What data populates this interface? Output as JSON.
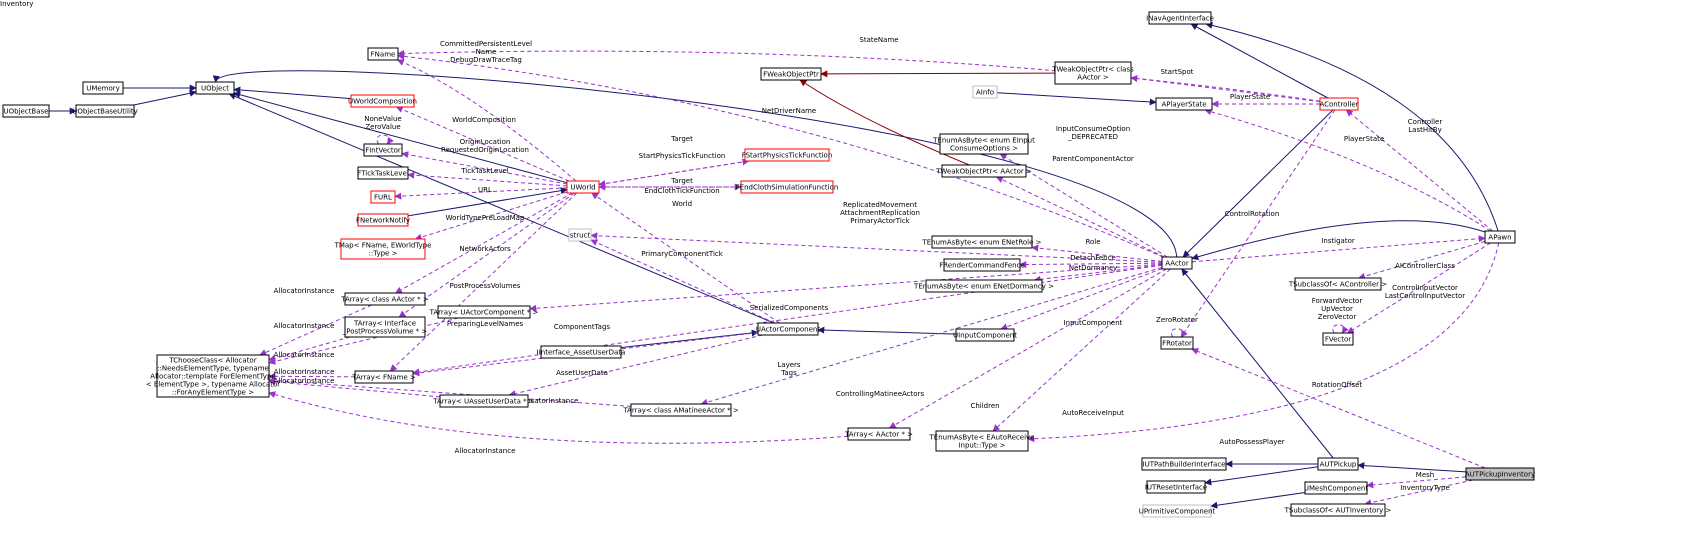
{
  "title": "Inventory",
  "colors": {
    "inherit_edge": "#191970",
    "template_edge": "#8b0000",
    "usage_edge": "#9a32cd",
    "node_border": "#000000",
    "incomplete_border": "#ff0000",
    "undocumented_border": "#bfbfbf",
    "focus_fill": "#bfbfbf"
  },
  "nodes": [
    {
      "id": "INavAgentInterface",
      "label": [
        "INavAgentInterface"
      ]
    },
    {
      "id": "FName",
      "label": [
        "FName"
      ]
    },
    {
      "id": "UMemory",
      "label": [
        "UMemory"
      ]
    },
    {
      "id": "UObject",
      "label": [
        "UObject"
      ]
    },
    {
      "id": "UObjectBase",
      "label": [
        "UObjectBase"
      ]
    },
    {
      "id": "UObjectBaseUtility",
      "label": [
        "UObjectBaseUtility"
      ]
    },
    {
      "id": "UWorldComposition",
      "label": [
        "UWorldComposition"
      ],
      "style": "red"
    },
    {
      "id": "FWeakObjectPtr",
      "label": [
        "FWeakObjectPtr"
      ]
    },
    {
      "id": "TWeakObjectPtrClassAActor",
      "label": [
        "TWeakObjectPtr< class",
        "AActor >"
      ]
    },
    {
      "id": "AInfo",
      "label": [
        "AInfo"
      ],
      "style": "grey"
    },
    {
      "id": "APlayerState",
      "label": [
        "APlayerState"
      ]
    },
    {
      "id": "AController",
      "label": [
        "AController"
      ],
      "style": "red"
    },
    {
      "id": "FIntVector",
      "label": [
        "FIntVector"
      ]
    },
    {
      "id": "FStartPhysicsTickFunction",
      "label": [
        "FStartPhysicsTickFunction"
      ],
      "style": "red"
    },
    {
      "id": "TEnumInputConsume",
      "label": [
        "TEnumAsByte< enum EInput",
        "ConsumeOptions >"
      ]
    },
    {
      "id": "FTickTaskLevel",
      "label": [
        "FTickTaskLevel"
      ]
    },
    {
      "id": "UWorld",
      "label": [
        "UWorld"
      ],
      "style": "red"
    },
    {
      "id": "FEndClothSimulationFunction",
      "label": [
        "FEndClothSimulationFunction"
      ],
      "style": "red"
    },
    {
      "id": "TWeakObjectPtrAActor",
      "label": [
        "TWeakObjectPtr< AActor >"
      ]
    },
    {
      "id": "FURL",
      "label": [
        "FURL"
      ],
      "style": "red"
    },
    {
      "id": "FNetworkNotify",
      "label": [
        "FNetworkNotify"
      ],
      "style": "red"
    },
    {
      "id": "TMapFName",
      "label": [
        "TMap< FName, EWorldType",
        "::Type >"
      ],
      "style": "red"
    },
    {
      "id": "struct",
      "label": [
        "struct"
      ],
      "style": "grey"
    },
    {
      "id": "APawn",
      "label": [
        "APawn"
      ]
    },
    {
      "id": "TEnumNetRole",
      "label": [
        "TEnumAsByte< enum ENetRole >"
      ]
    },
    {
      "id": "AActor",
      "label": [
        "AActor"
      ]
    },
    {
      "id": "FRenderCommandFence",
      "label": [
        "FRenderCommandFence"
      ]
    },
    {
      "id": "TEnumNetDormancy",
      "label": [
        "TEnumAsByte< enum ENetDormancy >"
      ]
    },
    {
      "id": "TSubclassOfAController",
      "label": [
        "TSubclassOf< AController >"
      ]
    },
    {
      "id": "TArrayClassAActorPtr",
      "label": [
        "TArray< class AActor * >"
      ]
    },
    {
      "id": "TArrayUActorComponentPtr",
      "label": [
        "TArray< UActorComponent * >"
      ]
    },
    {
      "id": "TArrayInterfacePostProcess",
      "label": [
        "TArray< Interface",
        "_PostProcessVolume * >"
      ]
    },
    {
      "id": "UActorComponent",
      "label": [
        "UActorComponent"
      ]
    },
    {
      "id": "UInputComponent",
      "label": [
        "UInputComponent"
      ]
    },
    {
      "id": "FRotator",
      "label": [
        "FRotator"
      ]
    },
    {
      "id": "FVector",
      "label": [
        "FVector"
      ]
    },
    {
      "id": "TChooseClass",
      "label": [
        "TChooseClass< Allocator",
        "::NeedsElementType, typename",
        "Allocator::template ForElementType",
        "< ElementType >, typename Allocator",
        "::ForAnyElementType >"
      ]
    },
    {
      "id": "IInterfaceAssetUserData",
      "label": [
        "IInterface_AssetUserData"
      ]
    },
    {
      "id": "TArrayFName",
      "label": [
        "TArray< FName >"
      ]
    },
    {
      "id": "TArrayUAssetUserDataPtr",
      "label": [
        "TArray< UAssetUserData * >"
      ]
    },
    {
      "id": "TArrayClassAMatineeActorPtr",
      "label": [
        "TArray< class AMatineeActor * >"
      ]
    },
    {
      "id": "TArrayAActorPtr",
      "label": [
        "TArray< AActor * >"
      ]
    },
    {
      "id": "TEnumAutoReceiveInput",
      "label": [
        "TEnumAsByte< EAutoReceive",
        "Input::Type >"
      ]
    },
    {
      "id": "IUTPathBuilderInterface",
      "label": [
        "IUTPathBuilderInterface"
      ]
    },
    {
      "id": "AUTPickup",
      "label": [
        "AUTPickup"
      ]
    },
    {
      "id": "AUTPickupInventory",
      "label": [
        "AUTPickupInventory"
      ],
      "style": "highlight"
    },
    {
      "id": "IUTResetInterface",
      "label": [
        "IUTResetInterface"
      ]
    },
    {
      "id": "UMeshComponent",
      "label": [
        "UMeshComponent"
      ]
    },
    {
      "id": "UPrimitiveComponent",
      "label": [
        "UPrimitiveComponent"
      ],
      "style": "grey"
    },
    {
      "id": "TSubclassOfAUTInventory",
      "label": [
        "TSubclassOf< AUTInventory >"
      ]
    }
  ],
  "edge_labels": [
    {
      "id": "StateName",
      "lines": [
        "StateName"
      ]
    },
    {
      "id": "CommittedPersistentLevelName",
      "lines": [
        "CommittedPersistentLevel",
        "Name",
        "DebugDrawTraceTag"
      ]
    },
    {
      "id": "StartSpot",
      "lines": [
        "StartSpot"
      ]
    },
    {
      "id": "PlayerState",
      "lines": [
        "PlayerState"
      ]
    },
    {
      "id": "NetDriverName",
      "lines": [
        "NetDriverName"
      ]
    },
    {
      "id": "WorldComposition",
      "lines": [
        "WorldComposition"
      ]
    },
    {
      "id": "NoneValueZeroValue",
      "lines": [
        "NoneValue",
        "ZeroValue"
      ]
    },
    {
      "id": "Target1",
      "lines": [
        "Target"
      ]
    },
    {
      "id": "OriginLocation",
      "lines": [
        "OriginLocation",
        "RequestedOriginLocation"
      ]
    },
    {
      "id": "StartPhysicsTickFunction",
      "lines": [
        "StartPhysicsTickFunction"
      ]
    },
    {
      "id": "InputConsumeOption",
      "lines": [
        "InputConsumeOption",
        "_DEPRECATED"
      ]
    },
    {
      "id": "PlayerStateActor",
      "lines": [
        "PlayerState"
      ]
    },
    {
      "id": "ControllerLastHitBy",
      "lines": [
        "Controller",
        "LastHitBy"
      ]
    },
    {
      "id": "TickTaskLevel",
      "lines": [
        "TickTaskLevel"
      ]
    },
    {
      "id": "ParentComponentActor",
      "lines": [
        "ParentComponentActor"
      ]
    },
    {
      "id": "Target2",
      "lines": [
        "Target"
      ]
    },
    {
      "id": "URL",
      "lines": [
        "URL"
      ]
    },
    {
      "id": "EndClothTickFunction",
      "lines": [
        "EndClothTickFunction"
      ]
    },
    {
      "id": "ControlRotation",
      "lines": [
        "ControlRotation"
      ]
    },
    {
      "id": "World",
      "lines": [
        "World"
      ]
    },
    {
      "id": "ReplicatedMovement",
      "lines": [
        "ReplicatedMovement",
        "AttachmentReplication",
        "PrimaryActorTick"
      ]
    },
    {
      "id": "WorldTypePreLoadMap",
      "lines": [
        "WorldTypePreLoadMap"
      ]
    },
    {
      "id": "Instigator",
      "lines": [
        "Instigator"
      ]
    },
    {
      "id": "Role",
      "lines": [
        "Role"
      ]
    },
    {
      "id": "NetworkActors",
      "lines": [
        "NetworkActors"
      ]
    },
    {
      "id": "PrimaryComponentTick",
      "lines": [
        "PrimaryComponentTick"
      ]
    },
    {
      "id": "DetachFence",
      "lines": [
        "DetachFence"
      ]
    },
    {
      "id": "NetDormancy",
      "lines": [
        "NetDormancy"
      ]
    },
    {
      "id": "AIControllerClass",
      "lines": [
        "AIControllerClass"
      ]
    },
    {
      "id": "AllocatorInstance1",
      "lines": [
        "AllocatorInstance"
      ]
    },
    {
      "id": "PostProcessVolumes",
      "lines": [
        "PostProcessVolumes"
      ]
    },
    {
      "id": "ForwardVector",
      "lines": [
        "ForwardVector",
        "UpVector",
        "ZeroVector"
      ]
    },
    {
      "id": "ControlInputVector",
      "lines": [
        "ControlInputVector",
        "LastControlInputVector"
      ]
    },
    {
      "id": "SerializedComponents",
      "lines": [
        "SerializedComponents"
      ]
    },
    {
      "id": "ZeroRotator",
      "lines": [
        "ZeroRotator"
      ]
    },
    {
      "id": "AllocatorInstance2",
      "lines": [
        "AllocatorInstance"
      ]
    },
    {
      "id": "PreparingLevelNames",
      "lines": [
        "PreparingLevelNames"
      ]
    },
    {
      "id": "InputComponent",
      "lines": [
        "InputComponent"
      ]
    },
    {
      "id": "ComponentTags",
      "lines": [
        "ComponentTags"
      ]
    },
    {
      "id": "AllocatorInstance3",
      "lines": [
        "AllocatorInstance"
      ]
    },
    {
      "id": "LayersTags",
      "lines": [
        "Layers",
        "Tags"
      ]
    },
    {
      "id": "AllocatorInstance4",
      "lines": [
        "AllocatorInstance"
      ]
    },
    {
      "id": "AssetUserData",
      "lines": [
        "AssetUserData"
      ]
    },
    {
      "id": "AllocatorInstance5",
      "lines": [
        "AllocatorInstance"
      ]
    },
    {
      "id": "RotationOffset",
      "lines": [
        "RotationOffset"
      ]
    },
    {
      "id": "ControllingMatineeActors",
      "lines": [
        "ControllingMatineeActors"
      ]
    },
    {
      "id": "AllocatorInstance6",
      "lines": [
        "AllocatorInstance"
      ]
    },
    {
      "id": "Children",
      "lines": [
        "Children"
      ]
    },
    {
      "id": "AutoReceiveInput",
      "lines": [
        "AutoReceiveInput"
      ]
    },
    {
      "id": "AutoPossessPlayer",
      "lines": [
        "AutoPossessPlayer"
      ]
    },
    {
      "id": "AllocatorInstance7",
      "lines": [
        "AllocatorInstance"
      ]
    },
    {
      "id": "Mesh",
      "lines": [
        "Mesh"
      ]
    },
    {
      "id": "InventoryType",
      "lines": [
        "InventoryType"
      ]
    }
  ]
}
